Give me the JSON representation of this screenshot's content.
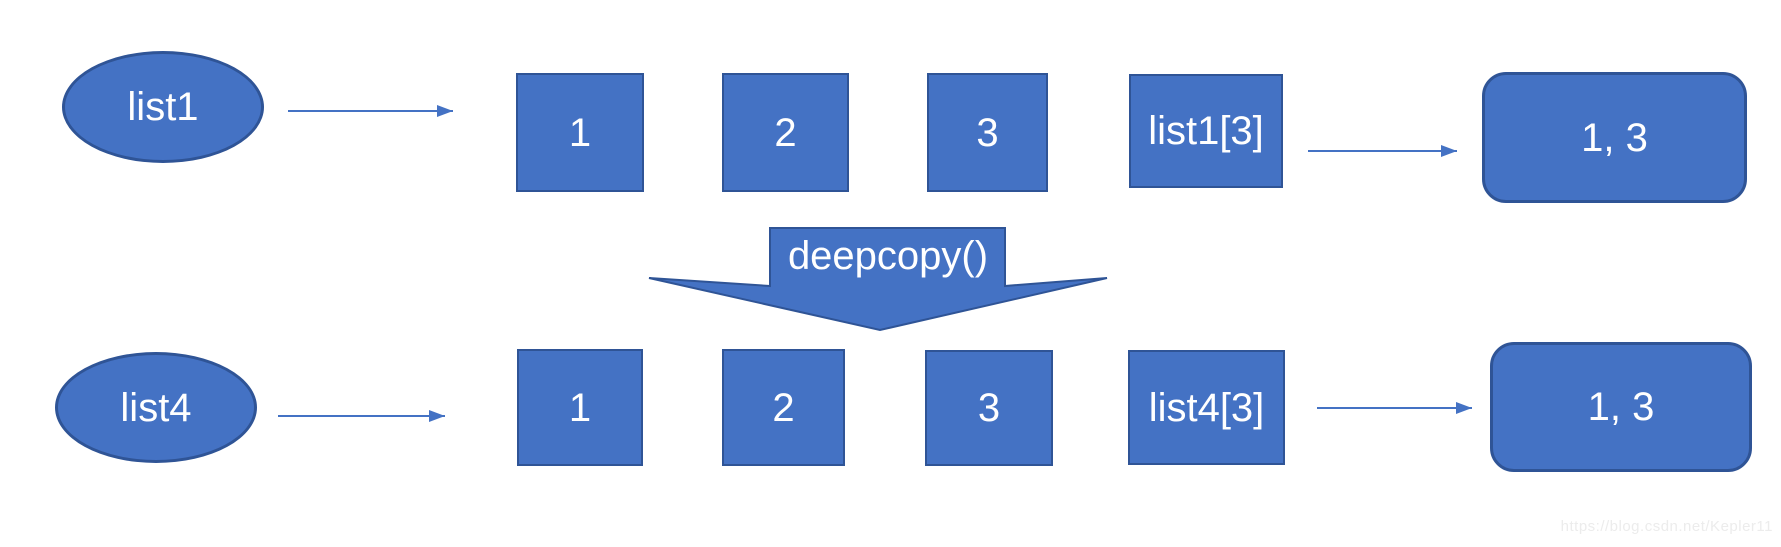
{
  "diagram": {
    "title_semantic": "deepcopy list diagram",
    "transform_arrow": {
      "label": "deepcopy()"
    },
    "rows": [
      {
        "pointer": "list1",
        "cells": [
          "1",
          "2",
          "3",
          "list1[3]"
        ],
        "result": "1, 3"
      },
      {
        "pointer": "list4",
        "cells": [
          "1",
          "2",
          "3",
          "list4[3]"
        ],
        "result": "1, 3"
      }
    ]
  },
  "colors": {
    "shape_fill": "#4472c4",
    "shape_border": "#2f5496",
    "arrow_line": "#4472c4",
    "shape_text": "#ffffff",
    "watermark_text": "#ececec",
    "background": "#ffffff"
  },
  "watermark": {
    "text": "https://blog.csdn.net/Kepler11"
  }
}
